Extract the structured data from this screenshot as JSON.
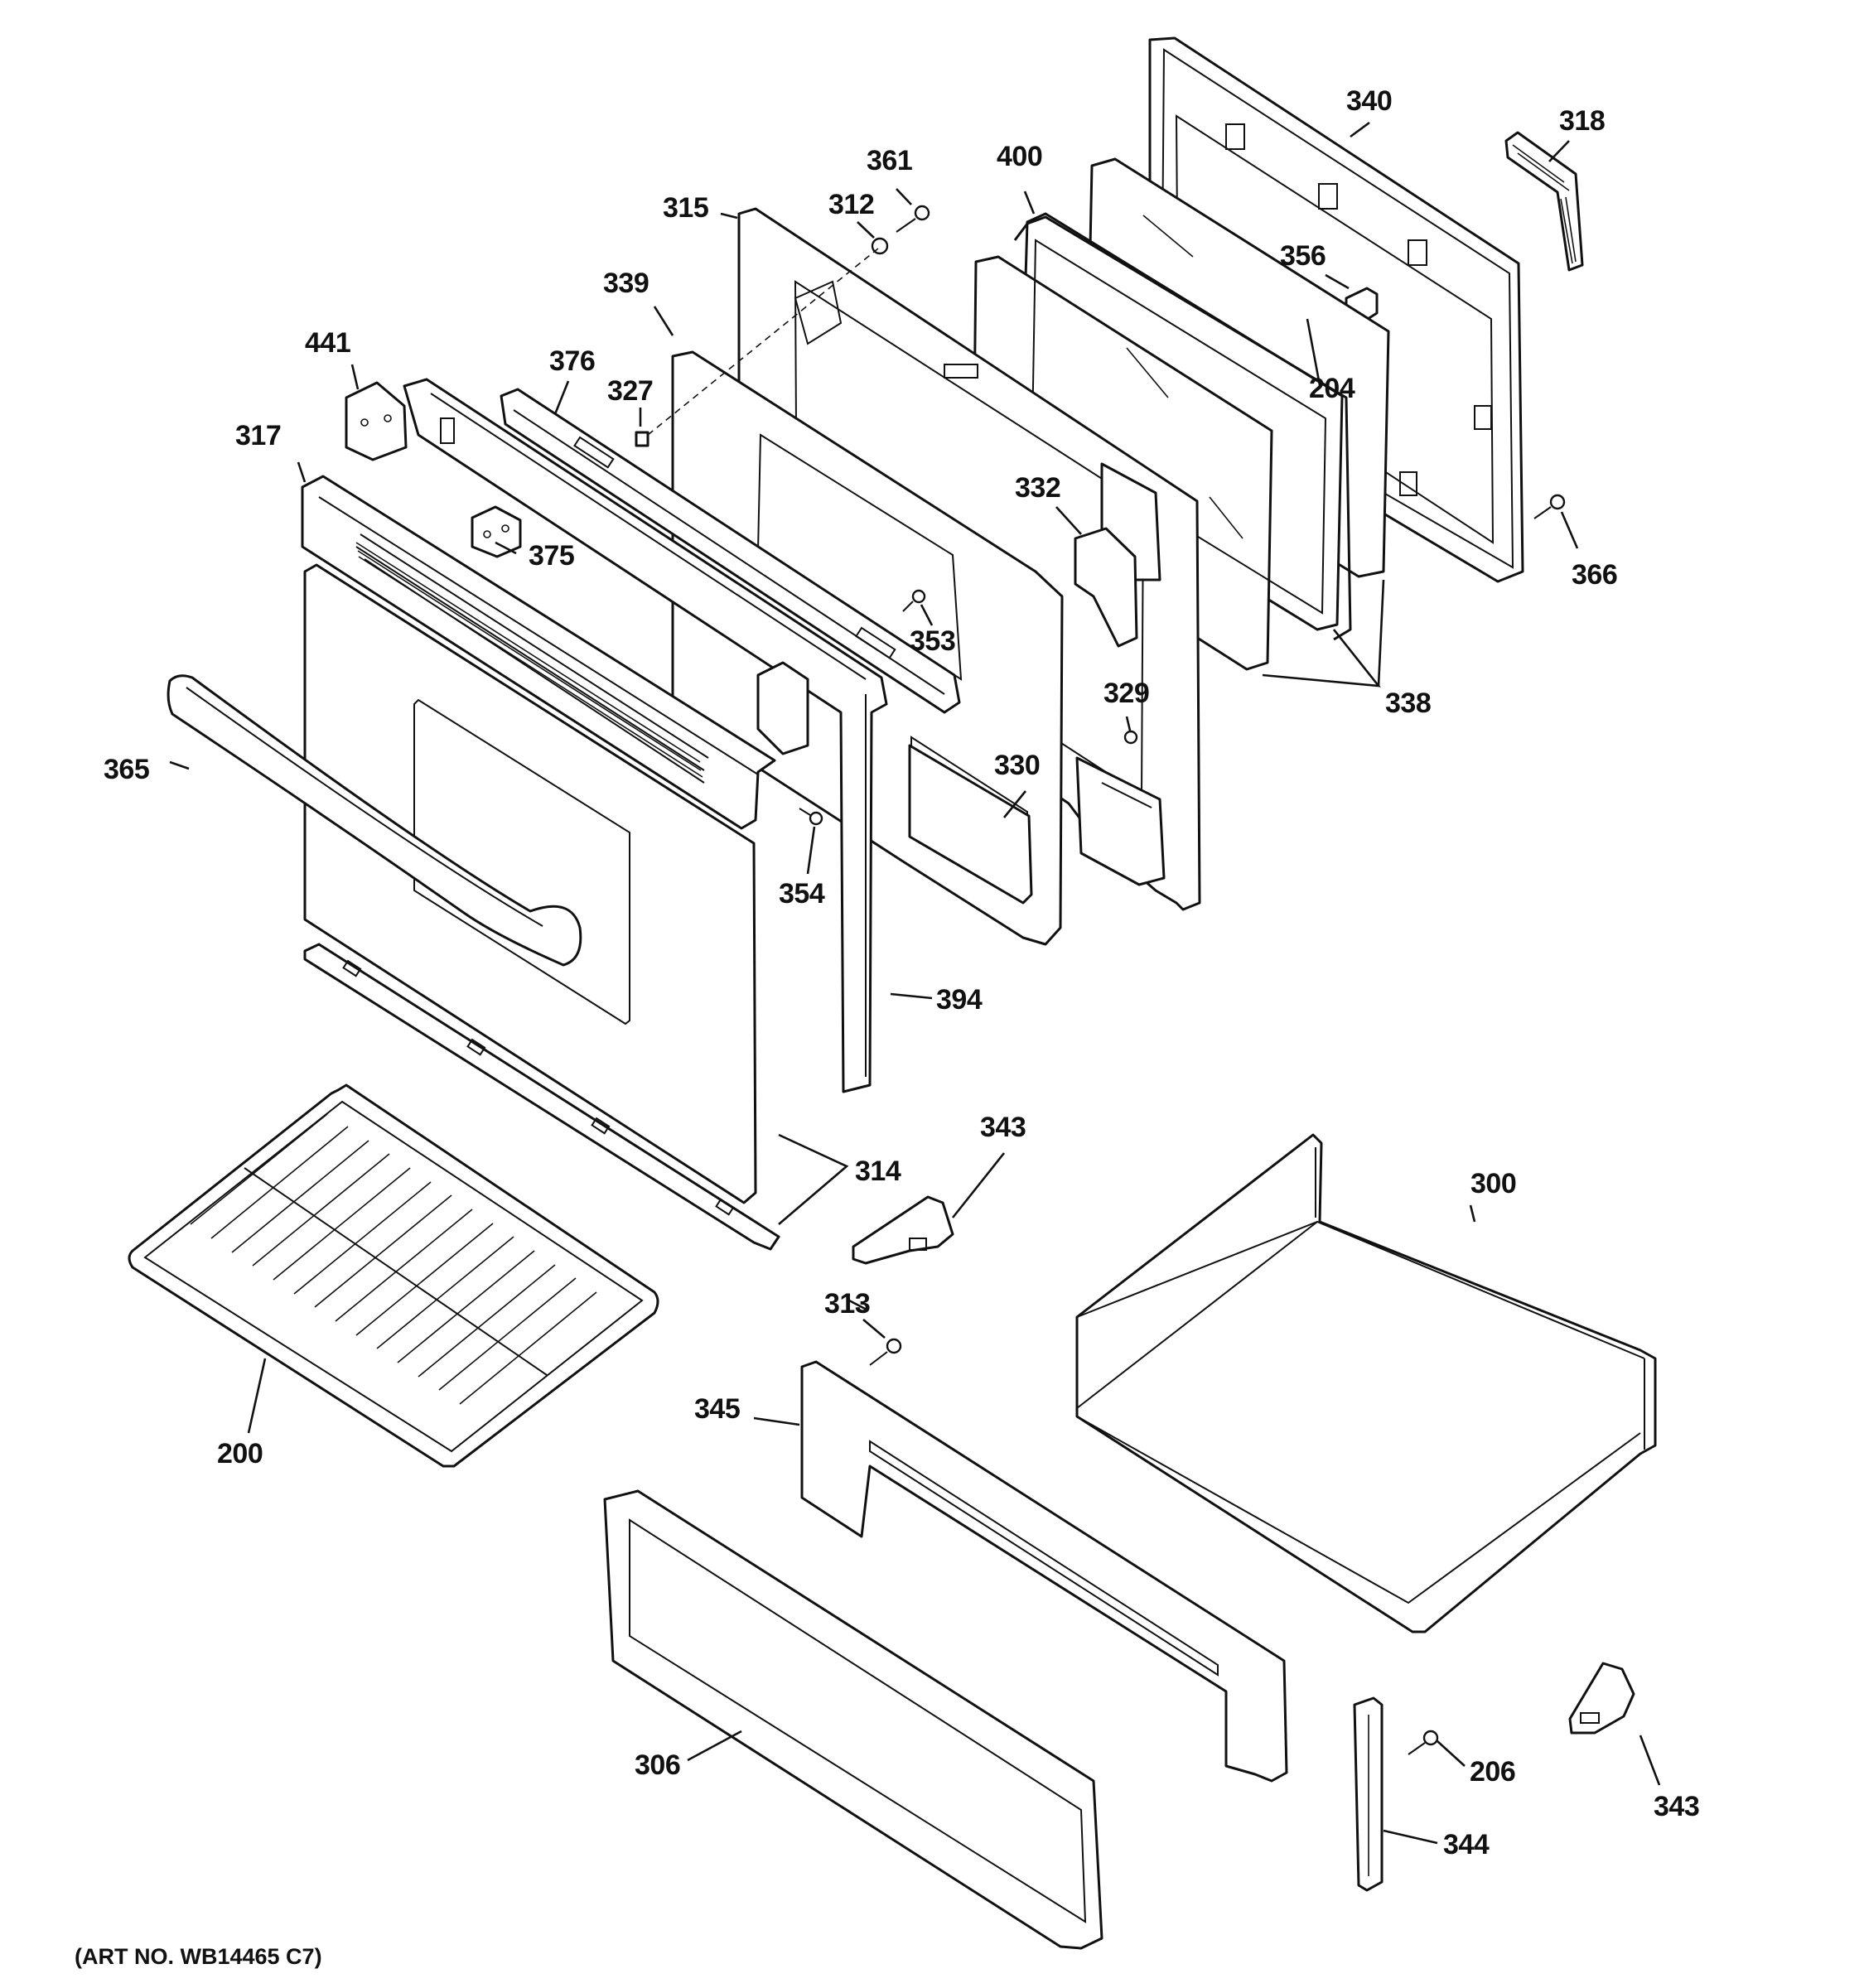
{
  "diagram": {
    "art_number": "(ART NO. WB14465 C7)",
    "labels": {
      "p200": "200",
      "p204": "204",
      "p206": "206",
      "p300": "300",
      "p306": "306",
      "p312": "312",
      "p313": "313",
      "p314": "314",
      "p315": "315",
      "p317": "317",
      "p318": "318",
      "p327": "327",
      "p329": "329",
      "p330": "330",
      "p332": "332",
      "p338": "338",
      "p339": "339",
      "p340": "340",
      "p343a": "343",
      "p343b": "343",
      "p344": "344",
      "p345": "345",
      "p353": "353",
      "p354": "354",
      "p356": "356",
      "p361": "361",
      "p365": "365",
      "p366": "366",
      "p375": "375",
      "p376": "376",
      "p394": "394",
      "p400": "400",
      "p441": "441"
    }
  }
}
